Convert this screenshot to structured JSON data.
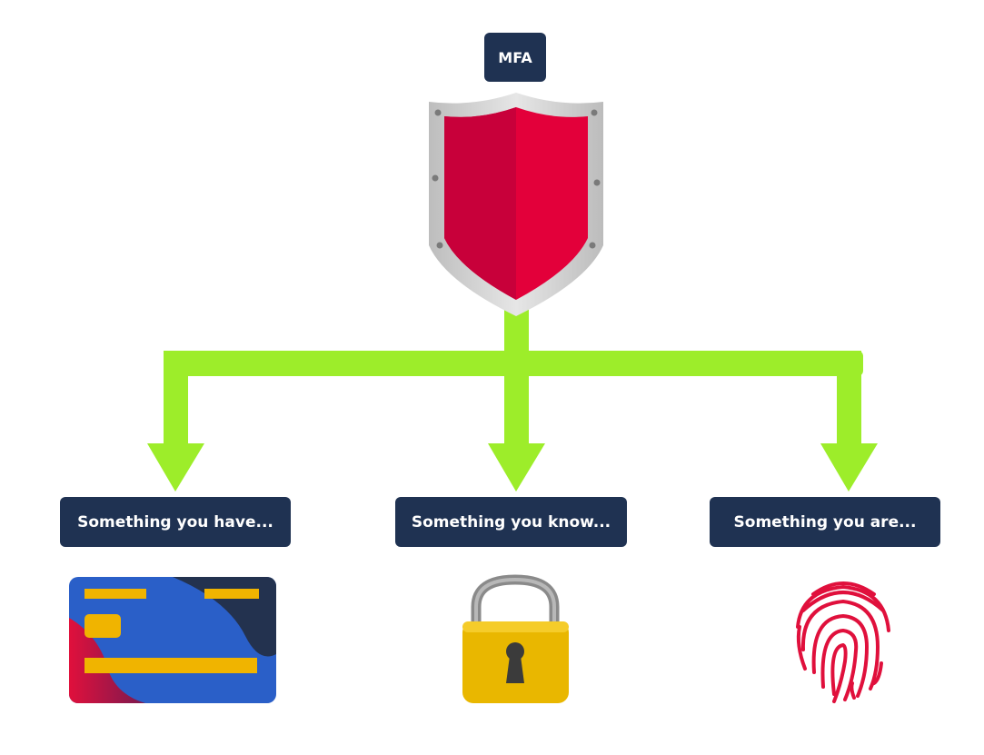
{
  "title": "MFA",
  "factors": [
    {
      "label": "Something you have...",
      "icon": "credit-card-icon"
    },
    {
      "label": "Something you know...",
      "icon": "padlock-icon"
    },
    {
      "label": "Something you are...",
      "icon": "fingerprint-icon"
    }
  ],
  "colors": {
    "label_bg": "#1f3252",
    "arrow": "#9ded2a",
    "shield_red": "#e3003a",
    "shield_rim": "#c8c8c8",
    "card_blue": "#2a5fc8",
    "card_dark": "#23324f",
    "card_yellow": "#f0b400",
    "lock_yellow": "#e9b700",
    "fingerprint_red": "#e0103c"
  }
}
